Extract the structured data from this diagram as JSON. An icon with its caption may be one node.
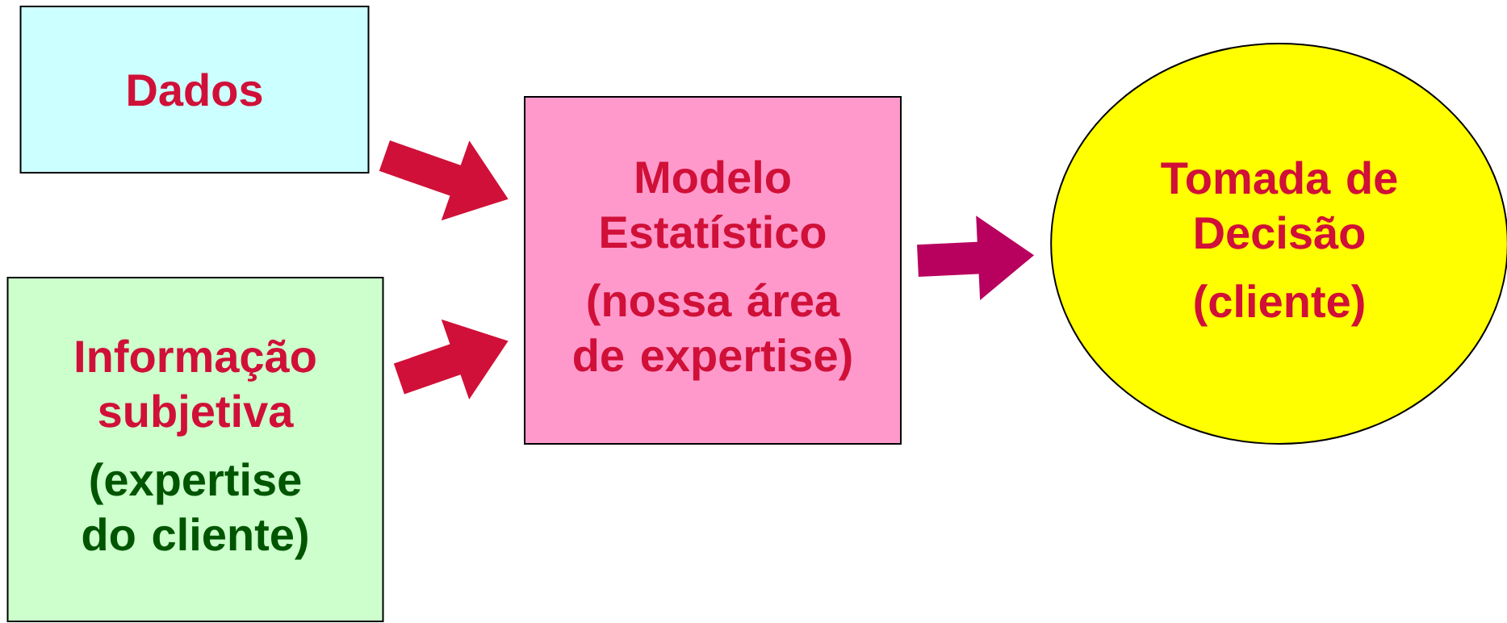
{
  "diagram": {
    "nodes": [
      {
        "text": [
          "Dados"
        ]
      },
      {
        "text": [
          "Informação subjetiva",
          "(expertise do cliente)"
        ]
      },
      {
        "text": [
          "Modelo Estatístico",
          "(nossa área de expertise)"
        ]
      },
      {
        "text": [
          "Tomada de Decisão",
          "(cliente)"
        ]
      }
    ],
    "edges": [
      {
        "from": 0,
        "to": 2,
        "arrow": "to"
      },
      {
        "from": 1,
        "to": 2,
        "arrow": "to"
      },
      {
        "from": 2,
        "to": 3,
        "arrow": "to",
        "color": "#b8005f"
      }
    ]
  }
}
